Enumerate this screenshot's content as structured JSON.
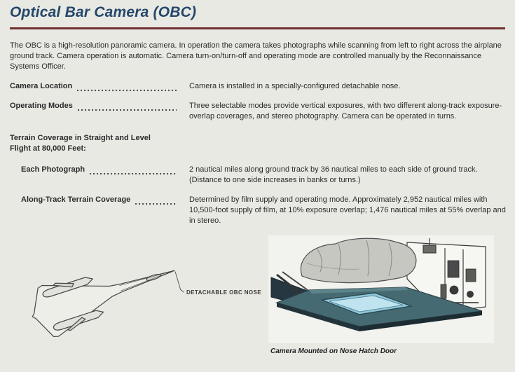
{
  "header": {
    "title": "Optical Bar Camera (OBC)"
  },
  "intro": "The OBC is a high-resolution panoramic camera.  In operation the camera takes photographs while scanning from left to right across the airplane ground track.  Camera operation is automatic.  Camera turn-on/turn-off and operating mode are controlled manually by the Reconnaissance Systems Officer.",
  "spec": {
    "rows": [
      {
        "label": "Camera Location",
        "value": "Camera is installed in a specially-configured detachable nose."
      },
      {
        "label": "Operating Modes",
        "value": "Three selectable modes provide vertical exposures, with two different along-track exposure-overlap coverages, and stereo photography.  Camera can be operated in turns."
      }
    ],
    "section_header": "Terrain Coverage in Straight and Level Flight at 80,000 Feet:",
    "sub_rows": [
      {
        "label": "Each Photograph",
        "value": "2 nautical miles along ground track by 36 nautical miles to each side of ground track. (Distance to one side increases in banks or turns.)"
      },
      {
        "label": "Along-Track Terrain Coverage",
        "value": "Determined by film supply and operating mode.  Approximately 2,952 nautical miles with 10,500-foot supply of film, at 10% exposure overlap; 1,476 nautical miles at 55% overlap and in stereo."
      }
    ]
  },
  "figures": {
    "aircraft_callout": "DETACHABLE OBC NOSE",
    "camera_caption": "Camera Mounted on Nose Hatch Door"
  },
  "colors": {
    "title_blue": "#24476a",
    "rule_maroon": "#703030",
    "hatch_door_teal": "#466a71",
    "window_blue": "#a9d9e9"
  }
}
